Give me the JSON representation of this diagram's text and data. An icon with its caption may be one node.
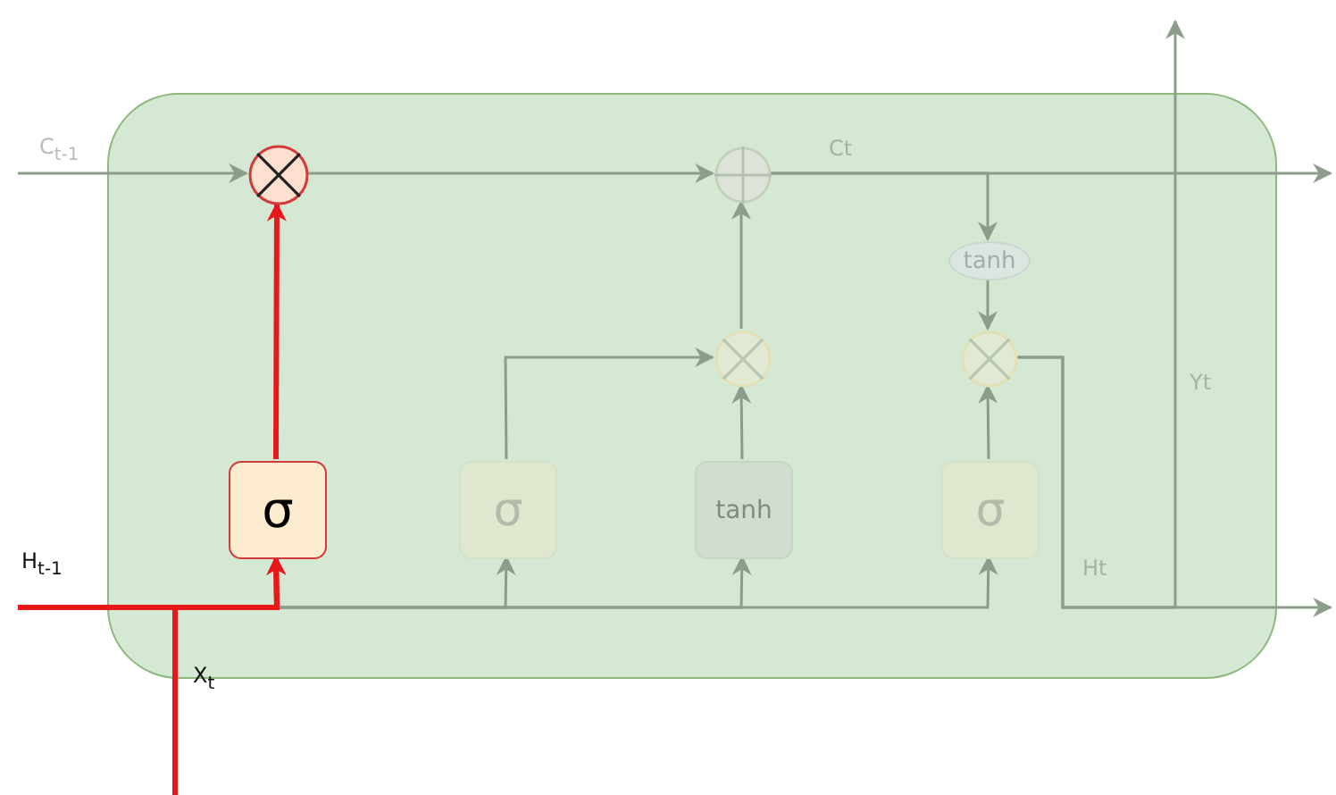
{
  "diagram": {
    "nodes": [
      {
        "text": [],
        "shape": "box"
      },
      {
        "text": [],
        "shape": "circle",
        "in": 0
      },
      {
        "text": [],
        "shape": "circle",
        "in": 0
      },
      {
        "text": [],
        "shape": "circle",
        "in": 0
      },
      {
        "text": [
          "tanh"
        ],
        "in": 0
      },
      {
        "text": [],
        "shape": "circle",
        "in": 0
      },
      {
        "text": [
          "σ"
        ],
        "in": 0
      },
      {
        "text": [
          "σ"
        ],
        "in": 0
      },
      {
        "text": [
          "tanh"
        ],
        "in": 0
      },
      {
        "text": [
          "σ"
        ],
        "in": 0
      }
    ],
    "edges": [
      {
        "from": null,
        "to": 1,
        "arrow": "to",
        "label": "C$_{t-1}$"
      },
      {
        "from": 1,
        "to": 2,
        "arrow": "to"
      },
      {
        "from": 2,
        "to": null,
        "arrow": "to",
        "label": "Ct"
      },
      {
        "from": 2,
        "to": 4,
        "arrow": "to"
      },
      {
        "from": 4,
        "to": 5,
        "arrow": "to"
      },
      {
        "from": 3,
        "to": 2,
        "arrow": "to"
      },
      {
        "from": 7,
        "to": 3,
        "arrow": "to"
      },
      {
        "from": 8,
        "to": 3,
        "arrow": "to"
      },
      {
        "from": 9,
        "to": 5,
        "arrow": "to"
      },
      {
        "from": 6,
        "to": 1,
        "arrow": "to",
        "style": "thick",
        "color": "#e8171a"
      },
      {
        "from": 5,
        "to": null,
        "arrow": "to",
        "label": "Ht"
      },
      {
        "from": 5,
        "to": null,
        "arrow": "to",
        "label": "Yt"
      },
      {
        "from": null,
        "to": 6,
        "arrow": "to",
        "label": "H$_{t-1}$",
        "style": "thick",
        "color": "#e8171a"
      },
      {
        "from": null,
        "to": 6,
        "arrow": "to",
        "label": "X$_{t}$",
        "style": "thick",
        "color": "#e8171a"
      },
      {
        "from": null,
        "to": 7,
        "arrow": "to"
      },
      {
        "from": null,
        "to": 8,
        "arrow": "to"
      },
      {
        "from": null,
        "to": 9,
        "arrow": "to"
      }
    ]
  }
}
